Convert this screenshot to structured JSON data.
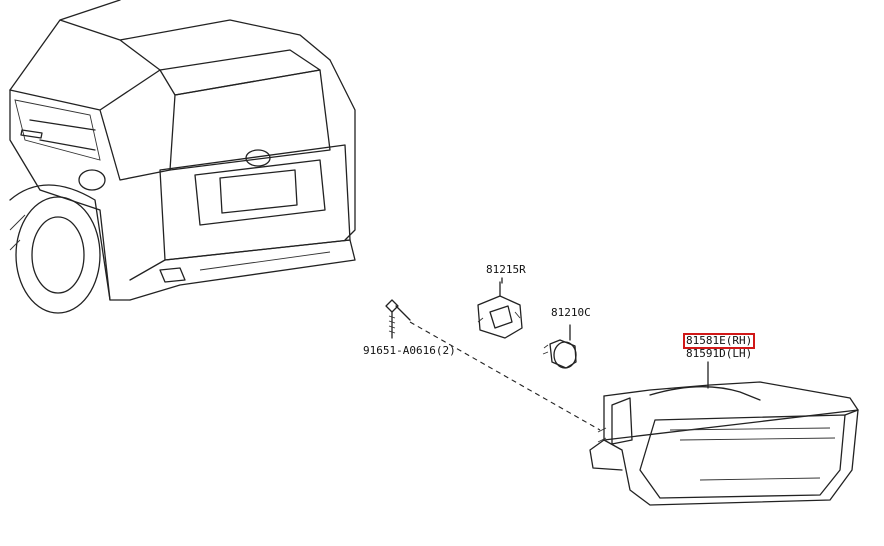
{
  "diagram": {
    "parts": [
      {
        "id": "bulb_socket",
        "part_number": "81215R"
      },
      {
        "id": "bulb",
        "part_number": "81210C"
      },
      {
        "id": "screw",
        "part_number": "91651-A0616(2)"
      },
      {
        "id": "fog_lamp_rh",
        "part_number": "81581E(RH)",
        "highlighted": true
      },
      {
        "id": "fog_lamp_lh",
        "part_number": "81591D(LH)"
      }
    ],
    "highlight_color": "#d01818"
  }
}
